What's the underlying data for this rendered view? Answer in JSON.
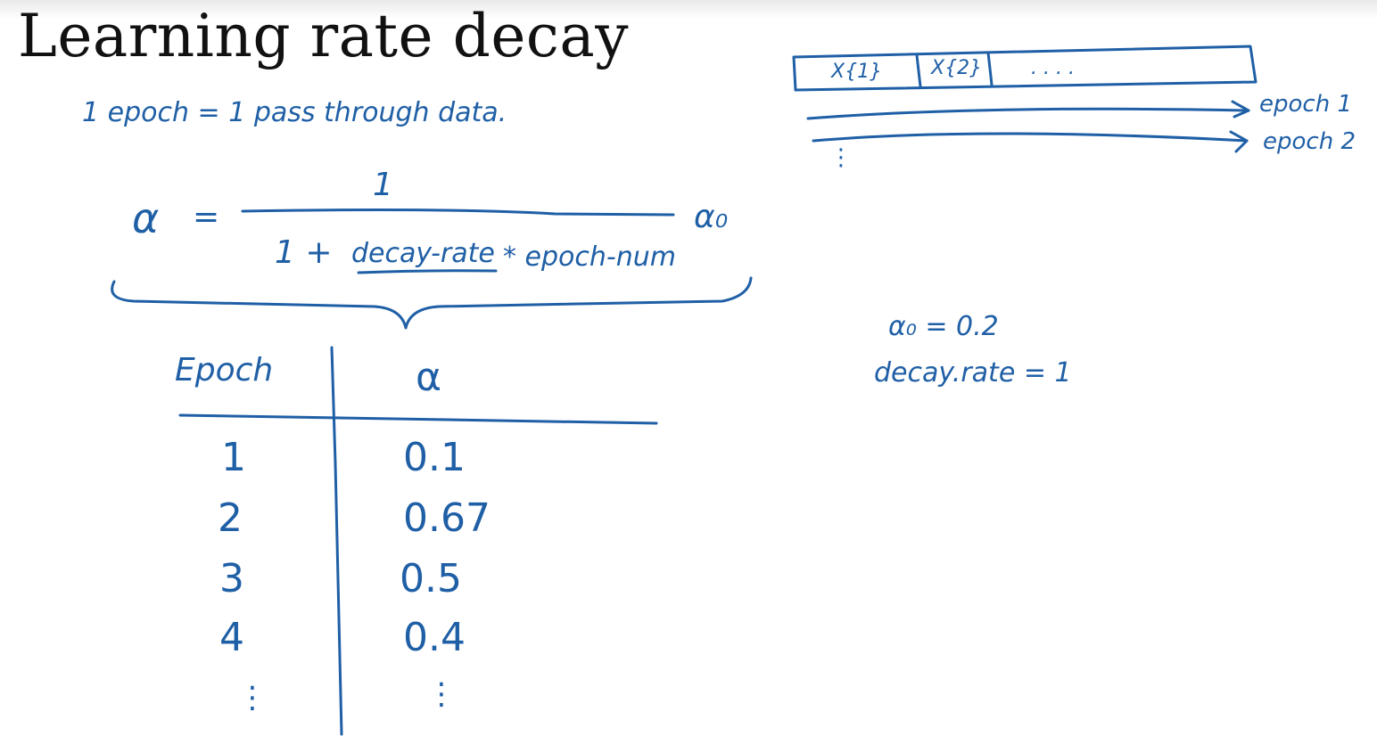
{
  "slide": {
    "title": "Learning rate decay",
    "definition": "1 epoch = 1 pass through data."
  },
  "formula": {
    "lhs": "α",
    "equals": "=",
    "numerator": "1",
    "denominator_prefix": "1 +",
    "decay_rate": "decay-rate",
    "times_epoch": "* epoch-num",
    "alpha0": "α₀"
  },
  "minibatch_diagram": {
    "cells": [
      "X{1}",
      "X{2}",
      ". . . ."
    ],
    "epochs": [
      "epoch 1",
      "epoch 2"
    ],
    "continuation": "⋮"
  },
  "params": {
    "alpha0": "α₀ = 0.2",
    "decay_rate": "decay.rate = 1"
  },
  "table": {
    "headers": [
      "Epoch",
      "α"
    ],
    "rows": [
      [
        "1",
        "0.1"
      ],
      [
        "2",
        "0.67"
      ],
      [
        "3",
        "0.5"
      ],
      [
        "4",
        "0.4"
      ],
      [
        "⋮",
        "⋮"
      ]
    ]
  }
}
